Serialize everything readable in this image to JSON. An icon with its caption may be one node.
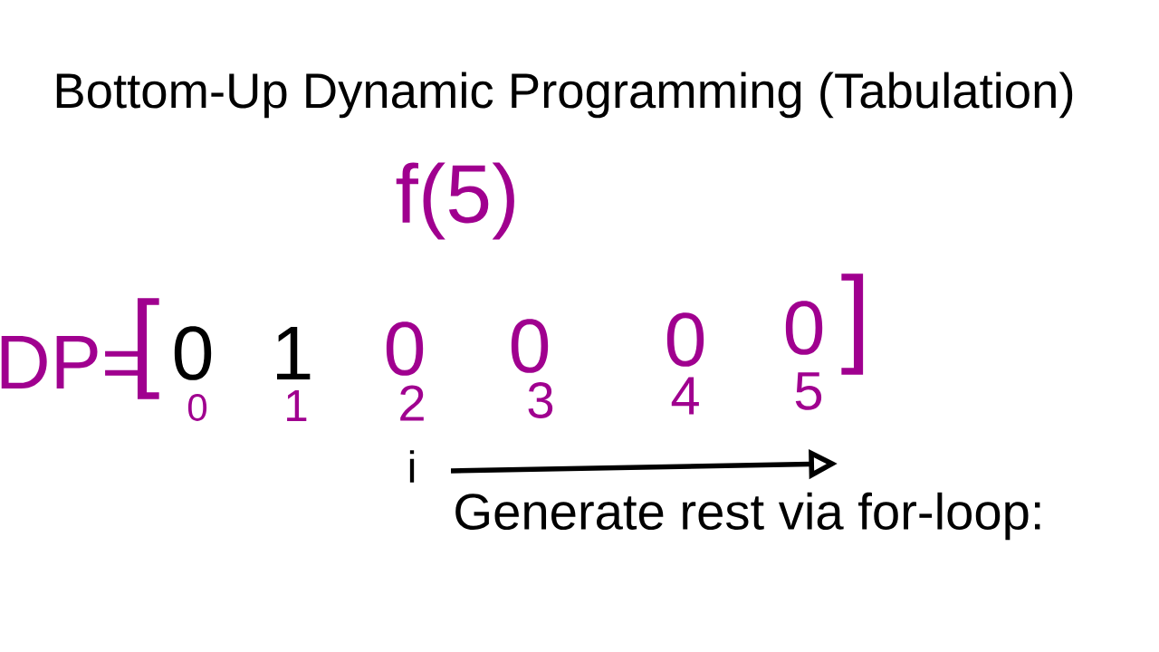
{
  "diagram": {
    "title": "Bottom-Up Dynamic Programming (Tabulation)",
    "labels": [
      "f(5)",
      "DP=",
      "[",
      "0",
      "1",
      "0",
      "0",
      "0",
      "0",
      "]",
      "0",
      "1",
      "2",
      "3",
      "4",
      "5",
      "i",
      "Generate rest via for-loop:"
    ]
  }
}
